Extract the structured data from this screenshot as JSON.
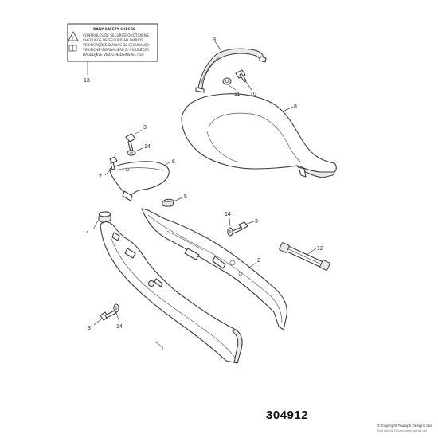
{
  "diagram_number": "304912",
  "copyright": "© Copyright Triumph Designs Ltd.",
  "copyright_sub": "Shell using BETA components  www.tdll.com",
  "safety_label": {
    "lines": [
      "DAILY SAFETY CHECKS",
      "CONTROLES DE SECURITE QUOTIDIENS",
      "CHEQUEOS DE SEGURIDAD DIARIOS",
      "VERIFICAÇÕES DIÁRIAS DE SEGURANÇA",
      "VERIFICHE GIORNALIERE DI SICUREZZA",
      "DAGELIJKSE VEILIGHEIDSINSPECTIES"
    ]
  },
  "callouts": [
    "1",
    "2",
    "3",
    "3",
    "3",
    "4",
    "5",
    "6",
    "7",
    "8",
    "9",
    "10",
    "11",
    "12",
    "13",
    "14",
    "14",
    "14"
  ]
}
